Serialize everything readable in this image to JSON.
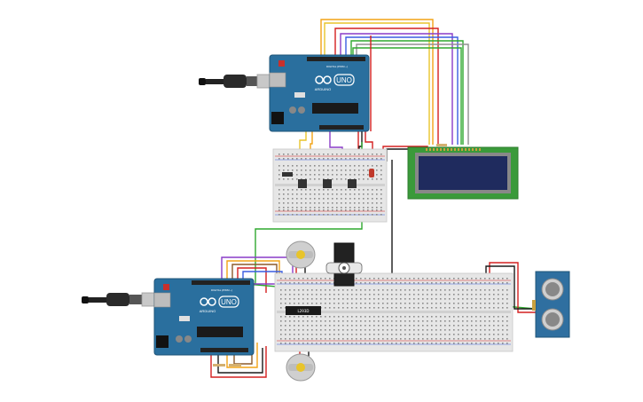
{
  "canvas": {
    "background": "#ffffff"
  },
  "components": {
    "arduino_top": {
      "logo_text": "UNO",
      "board_name": "ARDUINO",
      "header_text": "DIGITAL (PWM ~)",
      "color": "#2a6f9e"
    },
    "arduino_bottom": {
      "logo_text": "UNO",
      "board_name": "ARDUINO",
      "header_text": "DIGITAL (PWM ~)",
      "color": "#2a6f9e"
    },
    "lcd": {
      "type": "lcd-16x2",
      "screen_color": "#1f2b5e",
      "pcb_color": "#3a9a3a"
    },
    "ultrasonic_sensor": {
      "type": "hc-sr04",
      "color": "#2f6fa0"
    },
    "motor_driver_chip": {
      "label": "L293D"
    },
    "servo": {
      "type": "micro-servo"
    },
    "dc_motor_top": {
      "type": "dc-motor"
    },
    "dc_motor_bottom": {
      "type": "dc-motor"
    },
    "breadboard_small": {
      "type": "breadboard-half"
    },
    "breadboard_large": {
      "type": "breadboard-full"
    },
    "usb_cable_top": {
      "type": "usb-cable"
    },
    "usb_cable_bottom": {
      "type": "usb-cable"
    }
  },
  "wire_colors": {
    "red": "#d42020",
    "black": "#1a1a1a",
    "orange": "#f2a316",
    "yellow": "#e8c42a",
    "green": "#2fa82f",
    "blue": "#3a5de0",
    "purple": "#8a3cc8",
    "brown": "#8b5a2b",
    "gray": "#909090"
  }
}
